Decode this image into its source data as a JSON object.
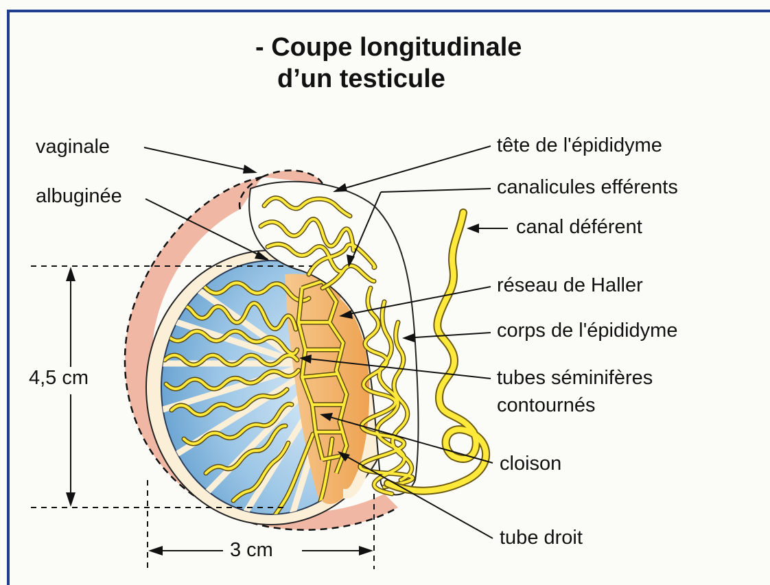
{
  "title": {
    "line1": "- Coupe longitudinale",
    "line2": "d’un testicule"
  },
  "labels": {
    "vaginale": "vaginale",
    "albuginee": "albuginée",
    "tete_epididyme": "tête de l'épididyme",
    "canalicules_efferents": "canalicules efférents",
    "canal_deferent": "canal déférent",
    "reseau_haller": "réseau de Haller",
    "corps_epididyme": "corps de l'épididyme",
    "tubes_seminiferes_line1": "tubes séminifères",
    "tubes_seminiferes_line2": "contournés",
    "cloison": "cloison",
    "tube_droit": "tube droit"
  },
  "dimensions": {
    "height": "4,5 cm",
    "width": "3 cm"
  },
  "colors": {
    "frame_border": "#1e3f8f",
    "vaginale_pink": "#f0b7a4",
    "albuginea_cream": "#fbefd8",
    "lobule_blue": "#7fb3dc",
    "mediastinum_orange": "#f0a85a",
    "tubule_yellow": "#ffe93a",
    "tubule_outline": "#6b5a10"
  }
}
